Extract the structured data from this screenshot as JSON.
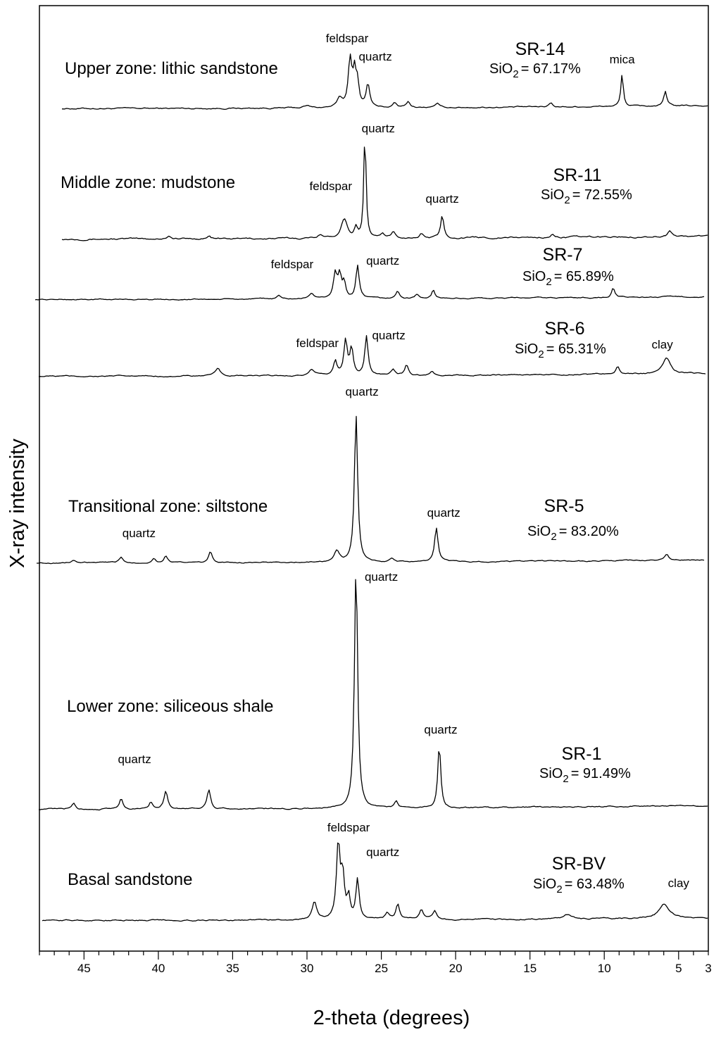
{
  "chart_data": {
    "type": "line",
    "xlabel": "2-theta (degrees)",
    "ylabel": "X-ray intensity",
    "xlim": [
      48,
      3
    ],
    "x_reversed": true,
    "xticks": [
      45,
      40,
      35,
      30,
      25,
      20,
      15,
      10,
      5,
      3
    ],
    "grid": false,
    "legend": "none",
    "series": [
      {
        "name": "SR-14",
        "zone": "Upper zone: lithic sandstone",
        "sio2_prefix": "SiO",
        "sio2_sub": "2",
        "sio2_value": "= 67.17%",
        "base": 0.9,
        "noise": 0.6,
        "slope": 4,
        "peaks": [
          {
            "x": 30.0,
            "h": 3,
            "w": 0.25
          },
          {
            "x": 27.8,
            "h": 12,
            "w": 0.2
          },
          {
            "x": 27.1,
            "h": 68,
            "w": 0.15
          },
          {
            "x": 26.8,
            "h": 45,
            "w": 0.12
          },
          {
            "x": 26.6,
            "h": 30,
            "w": 0.12
          },
          {
            "x": 25.9,
            "h": 33,
            "w": 0.15
          },
          {
            "x": 24.1,
            "h": 6,
            "w": 0.15
          },
          {
            "x": 23.2,
            "h": 8,
            "w": 0.15
          },
          {
            "x": 21.2,
            "h": 5,
            "w": 0.15
          },
          {
            "x": 13.6,
            "h": 6,
            "w": 0.15
          },
          {
            "x": 8.8,
            "h": 45,
            "w": 0.1
          },
          {
            "x": 5.9,
            "h": 20,
            "w": 0.12
          }
        ],
        "labels": [
          {
            "text": "feldspar",
            "x": 27.3,
            "dy": -95
          },
          {
            "text": "quartz",
            "x": 25.4,
            "dy": -69
          },
          {
            "text": "mica",
            "x": 8.8,
            "dy": -65
          }
        ]
      },
      {
        "name": "SR-11",
        "zone": "Middle zone: mudstone",
        "sio2_prefix": "SiO",
        "sio2_sub": "2",
        "sio2_value": "= 72.55%",
        "base": 0.6,
        "noise": 0.7,
        "slope": 4,
        "peaks": [
          {
            "x": 39.3,
            "h": 5,
            "w": 0.15
          },
          {
            "x": 36.6,
            "h": 4,
            "w": 0.15
          },
          {
            "x": 29.1,
            "h": 6,
            "w": 0.2
          },
          {
            "x": 27.5,
            "h": 28,
            "w": 0.25
          },
          {
            "x": 26.7,
            "h": 15,
            "w": 0.12
          },
          {
            "x": 26.1,
            "h": 150,
            "w": 0.09
          },
          {
            "x": 24.9,
            "h": 5,
            "w": 0.15
          },
          {
            "x": 24.2,
            "h": 8,
            "w": 0.15
          },
          {
            "x": 22.3,
            "h": 6,
            "w": 0.15
          },
          {
            "x": 20.9,
            "h": 32,
            "w": 0.12
          },
          {
            "x": 13.5,
            "h": 4,
            "w": 0.15
          },
          {
            "x": 5.6,
            "h": 8,
            "w": 0.15
          }
        ],
        "labels": [
          {
            "text": "quartz",
            "x": 25.2,
            "dy": -152
          },
          {
            "text": "feldspar",
            "x": 28.4,
            "dy": -70
          },
          {
            "text": "quartz",
            "x": 20.9,
            "dy": -52
          }
        ]
      },
      {
        "name": "SR-7",
        "zone": "",
        "sio2_prefix": "SiO",
        "sio2_sub": "2",
        "sio2_value": "= 65.89%",
        "base": 0.6,
        "noise": 0.5,
        "slope": 4,
        "peaks": [
          {
            "x": 31.9,
            "h": 5,
            "w": 0.15
          },
          {
            "x": 29.7,
            "h": 8,
            "w": 0.2
          },
          {
            "x": 28.1,
            "h": 35,
            "w": 0.14
          },
          {
            "x": 27.8,
            "h": 32,
            "w": 0.14
          },
          {
            "x": 27.5,
            "h": 22,
            "w": 0.12
          },
          {
            "x": 26.6,
            "h": 46,
            "w": 0.13
          },
          {
            "x": 23.9,
            "h": 10,
            "w": 0.15
          },
          {
            "x": 22.6,
            "h": 6,
            "w": 0.15
          },
          {
            "x": 21.5,
            "h": 12,
            "w": 0.12
          },
          {
            "x": 9.4,
            "h": 14,
            "w": 0.12
          }
        ],
        "labels": [
          {
            "text": "feldspar",
            "x": 31.0,
            "dy": -45
          },
          {
            "text": "quartz",
            "x": 24.9,
            "dy": -50
          }
        ]
      },
      {
        "name": "SR-6",
        "zone": "",
        "sio2_prefix": "SiO",
        "sio2_sub": "2",
        "sio2_value": "= 65.31%",
        "base": 0.6,
        "noise": 0.55,
        "slope": 4,
        "peaks": [
          {
            "x": 36.0,
            "h": 10,
            "w": 0.2
          },
          {
            "x": 29.7,
            "h": 8,
            "w": 0.2
          },
          {
            "x": 28.1,
            "h": 20,
            "w": 0.14
          },
          {
            "x": 27.4,
            "h": 50,
            "w": 0.14
          },
          {
            "x": 27.0,
            "h": 38,
            "w": 0.13
          },
          {
            "x": 26.0,
            "h": 56,
            "w": 0.13
          },
          {
            "x": 24.2,
            "h": 8,
            "w": 0.15
          },
          {
            "x": 23.3,
            "h": 15,
            "w": 0.15
          },
          {
            "x": 21.6,
            "h": 6,
            "w": 0.15
          },
          {
            "x": 9.1,
            "h": 12,
            "w": 0.15
          },
          {
            "x": 5.8,
            "h": 22,
            "w": 0.3
          }
        ],
        "labels": [
          {
            "text": "feldspar",
            "x": 29.3,
            "dy": -42
          },
          {
            "text": "quartz",
            "x": 24.5,
            "dy": -53
          },
          {
            "text": "clay",
            "x": 6.1,
            "dy": -40
          }
        ]
      },
      {
        "name": "SR-5",
        "zone": "Transitional zone: siltstone",
        "sio2_prefix": "SiO",
        "sio2_sub": "2",
        "sio2_value": "= 83.20%",
        "base": 0.5,
        "noise": 0.5,
        "slope": 4,
        "peaks": [
          {
            "x": 45.7,
            "h": 4,
            "w": 0.15
          },
          {
            "x": 42.5,
            "h": 8,
            "w": 0.15
          },
          {
            "x": 40.3,
            "h": 6,
            "w": 0.15
          },
          {
            "x": 39.5,
            "h": 10,
            "w": 0.15
          },
          {
            "x": 36.5,
            "h": 15,
            "w": 0.15
          },
          {
            "x": 28.0,
            "h": 15,
            "w": 0.2
          },
          {
            "x": 26.7,
            "h": 210,
            "w": 0.13
          },
          {
            "x": 24.3,
            "h": 5,
            "w": 0.15
          },
          {
            "x": 21.3,
            "h": 48,
            "w": 0.14
          },
          {
            "x": 5.8,
            "h": 8,
            "w": 0.15
          }
        ],
        "labels": [
          {
            "text": "quartz",
            "x": 26.3,
            "dy": -238
          },
          {
            "text": "quartz",
            "x": 20.8,
            "dy": -66
          },
          {
            "text": "quartz",
            "x": 41.3,
            "dy": -37
          }
        ]
      },
      {
        "name": "SR-1",
        "zone": "Lower zone: siliceous shale",
        "sio2_prefix": "SiO",
        "sio2_sub": "2",
        "sio2_value": "= 91.49%",
        "base": 0.7,
        "noise": 0.6,
        "slope": 5,
        "peaks": [
          {
            "x": 45.7,
            "h": 8,
            "w": 0.15
          },
          {
            "x": 42.5,
            "h": 15,
            "w": 0.15
          },
          {
            "x": 40.5,
            "h": 10,
            "w": 0.15
          },
          {
            "x": 39.5,
            "h": 25,
            "w": 0.15
          },
          {
            "x": 36.6,
            "h": 28,
            "w": 0.15
          },
          {
            "x": 26.7,
            "h": 345,
            "w": 0.13
          },
          {
            "x": 24.0,
            "h": 10,
            "w": 0.15
          },
          {
            "x": 21.1,
            "h": 90,
            "w": 0.12
          }
        ],
        "labels": [
          {
            "text": "quartz",
            "x": 25.0,
            "dy": -325
          },
          {
            "text": "quartz",
            "x": 21.0,
            "dy": -108
          },
          {
            "text": "quartz",
            "x": 41.6,
            "dy": -66
          }
        ]
      },
      {
        "name": "SR-BV",
        "zone": "Basal sandstone",
        "sio2_prefix": "SiO",
        "sio2_sub": "2",
        "sio2_value": "= 63.48%",
        "base": 0.8,
        "noise": 0.6,
        "slope": 3,
        "peaks": [
          {
            "x": 29.5,
            "h": 25,
            "w": 0.18
          },
          {
            "x": 27.9,
            "h": 105,
            "w": 0.14
          },
          {
            "x": 27.6,
            "h": 60,
            "w": 0.14
          },
          {
            "x": 27.2,
            "h": 30,
            "w": 0.12
          },
          {
            "x": 26.6,
            "h": 57,
            "w": 0.13
          },
          {
            "x": 24.6,
            "h": 10,
            "w": 0.15
          },
          {
            "x": 23.9,
            "h": 22,
            "w": 0.14
          },
          {
            "x": 22.3,
            "h": 15,
            "w": 0.15
          },
          {
            "x": 21.4,
            "h": 12,
            "w": 0.15
          },
          {
            "x": 12.5,
            "h": 6,
            "w": 0.3
          },
          {
            "x": 6.0,
            "h": 20,
            "w": 0.4
          }
        ],
        "labels": [
          {
            "text": "feldspar",
            "x": 27.2,
            "dy": -127
          },
          {
            "text": "quartz",
            "x": 24.9,
            "dy": -92
          },
          {
            "text": "clay",
            "x": 5.0,
            "dy": -48
          }
        ]
      }
    ]
  }
}
